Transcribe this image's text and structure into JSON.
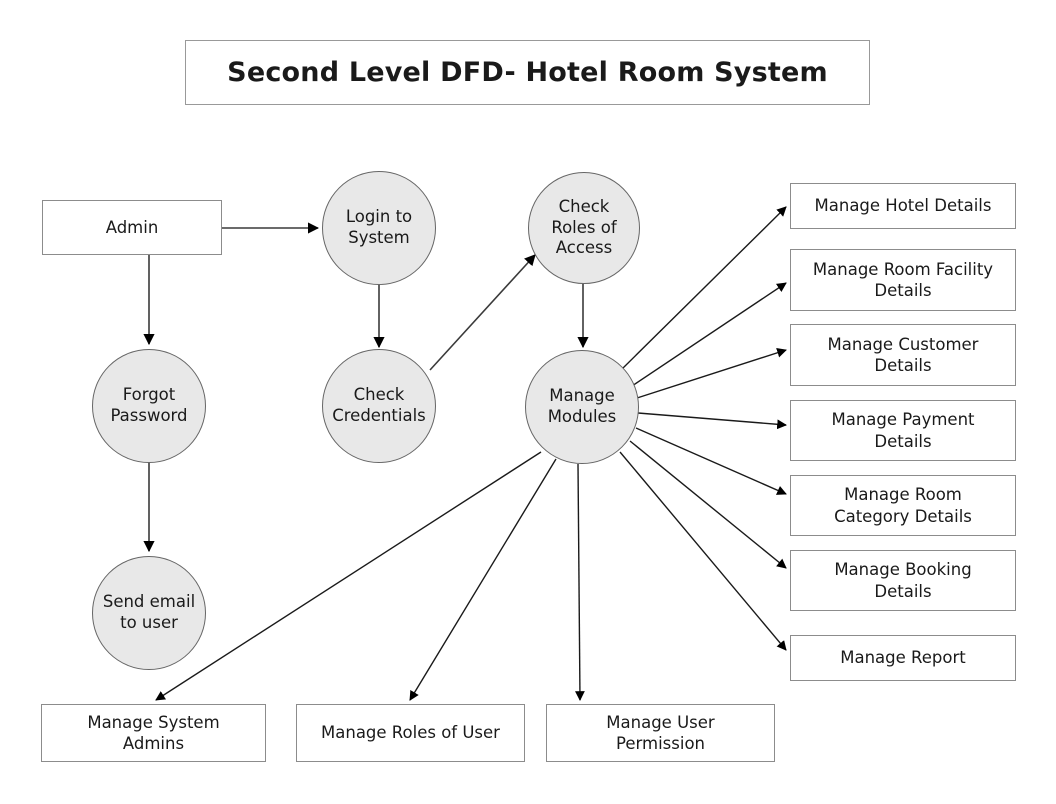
{
  "diagram": {
    "title": "Second Level DFD- Hotel Room System",
    "background_color": "#ffffff",
    "process_fill_color": "#e8e8e8",
    "process_stroke_color": "#666666",
    "entity_fill_color": "#ffffff",
    "entity_stroke_color": "#8c8c8c",
    "edge_color": "#000000",
    "text_color": "#1a1a1a"
  },
  "nodes": {
    "admin": "Admin",
    "login_to_system": "Login to\nSystem",
    "check_roles_of_access": "Check\nRoles of\nAccess",
    "forgot_password": "Forgot\nPassword",
    "check_credentials": "Check\nCredentials",
    "manage_modules": "Manage\nModules",
    "send_email_to_user": "Send email\nto user",
    "manage_hotel_details": "Manage Hotel Details",
    "manage_room_facility_details": "Manage Room Facility\nDetails",
    "manage_customer_details": "Manage Customer\nDetails",
    "manage_payment_details": "Manage Payment\nDetails",
    "manage_room_category_details": "Manage Room\nCategory Details",
    "manage_booking_details": "Manage Booking\nDetails",
    "manage_report": "Manage Report",
    "manage_system_admins": "Manage System\nAdmins",
    "manage_roles_of_user": "Manage Roles of User",
    "manage_user_permission": "Manage User\nPermission"
  },
  "edges": [
    {
      "from": "admin",
      "to": "login_to_system"
    },
    {
      "from": "admin",
      "to": "forgot_password"
    },
    {
      "from": "login_to_system",
      "to": "check_credentials"
    },
    {
      "from": "forgot_password",
      "to": "send_email_to_user"
    },
    {
      "from": "check_credentials",
      "to": "check_roles_of_access"
    },
    {
      "from": "check_roles_of_access",
      "to": "manage_modules"
    },
    {
      "from": "manage_modules",
      "to": "manage_hotel_details"
    },
    {
      "from": "manage_modules",
      "to": "manage_room_facility_details"
    },
    {
      "from": "manage_modules",
      "to": "manage_customer_details"
    },
    {
      "from": "manage_modules",
      "to": "manage_payment_details"
    },
    {
      "from": "manage_modules",
      "to": "manage_room_category_details"
    },
    {
      "from": "manage_modules",
      "to": "manage_booking_details"
    },
    {
      "from": "manage_modules",
      "to": "manage_report"
    },
    {
      "from": "manage_modules",
      "to": "manage_system_admins"
    },
    {
      "from": "manage_modules",
      "to": "manage_roles_of_user"
    },
    {
      "from": "manage_modules",
      "to": "manage_user_permission"
    }
  ]
}
